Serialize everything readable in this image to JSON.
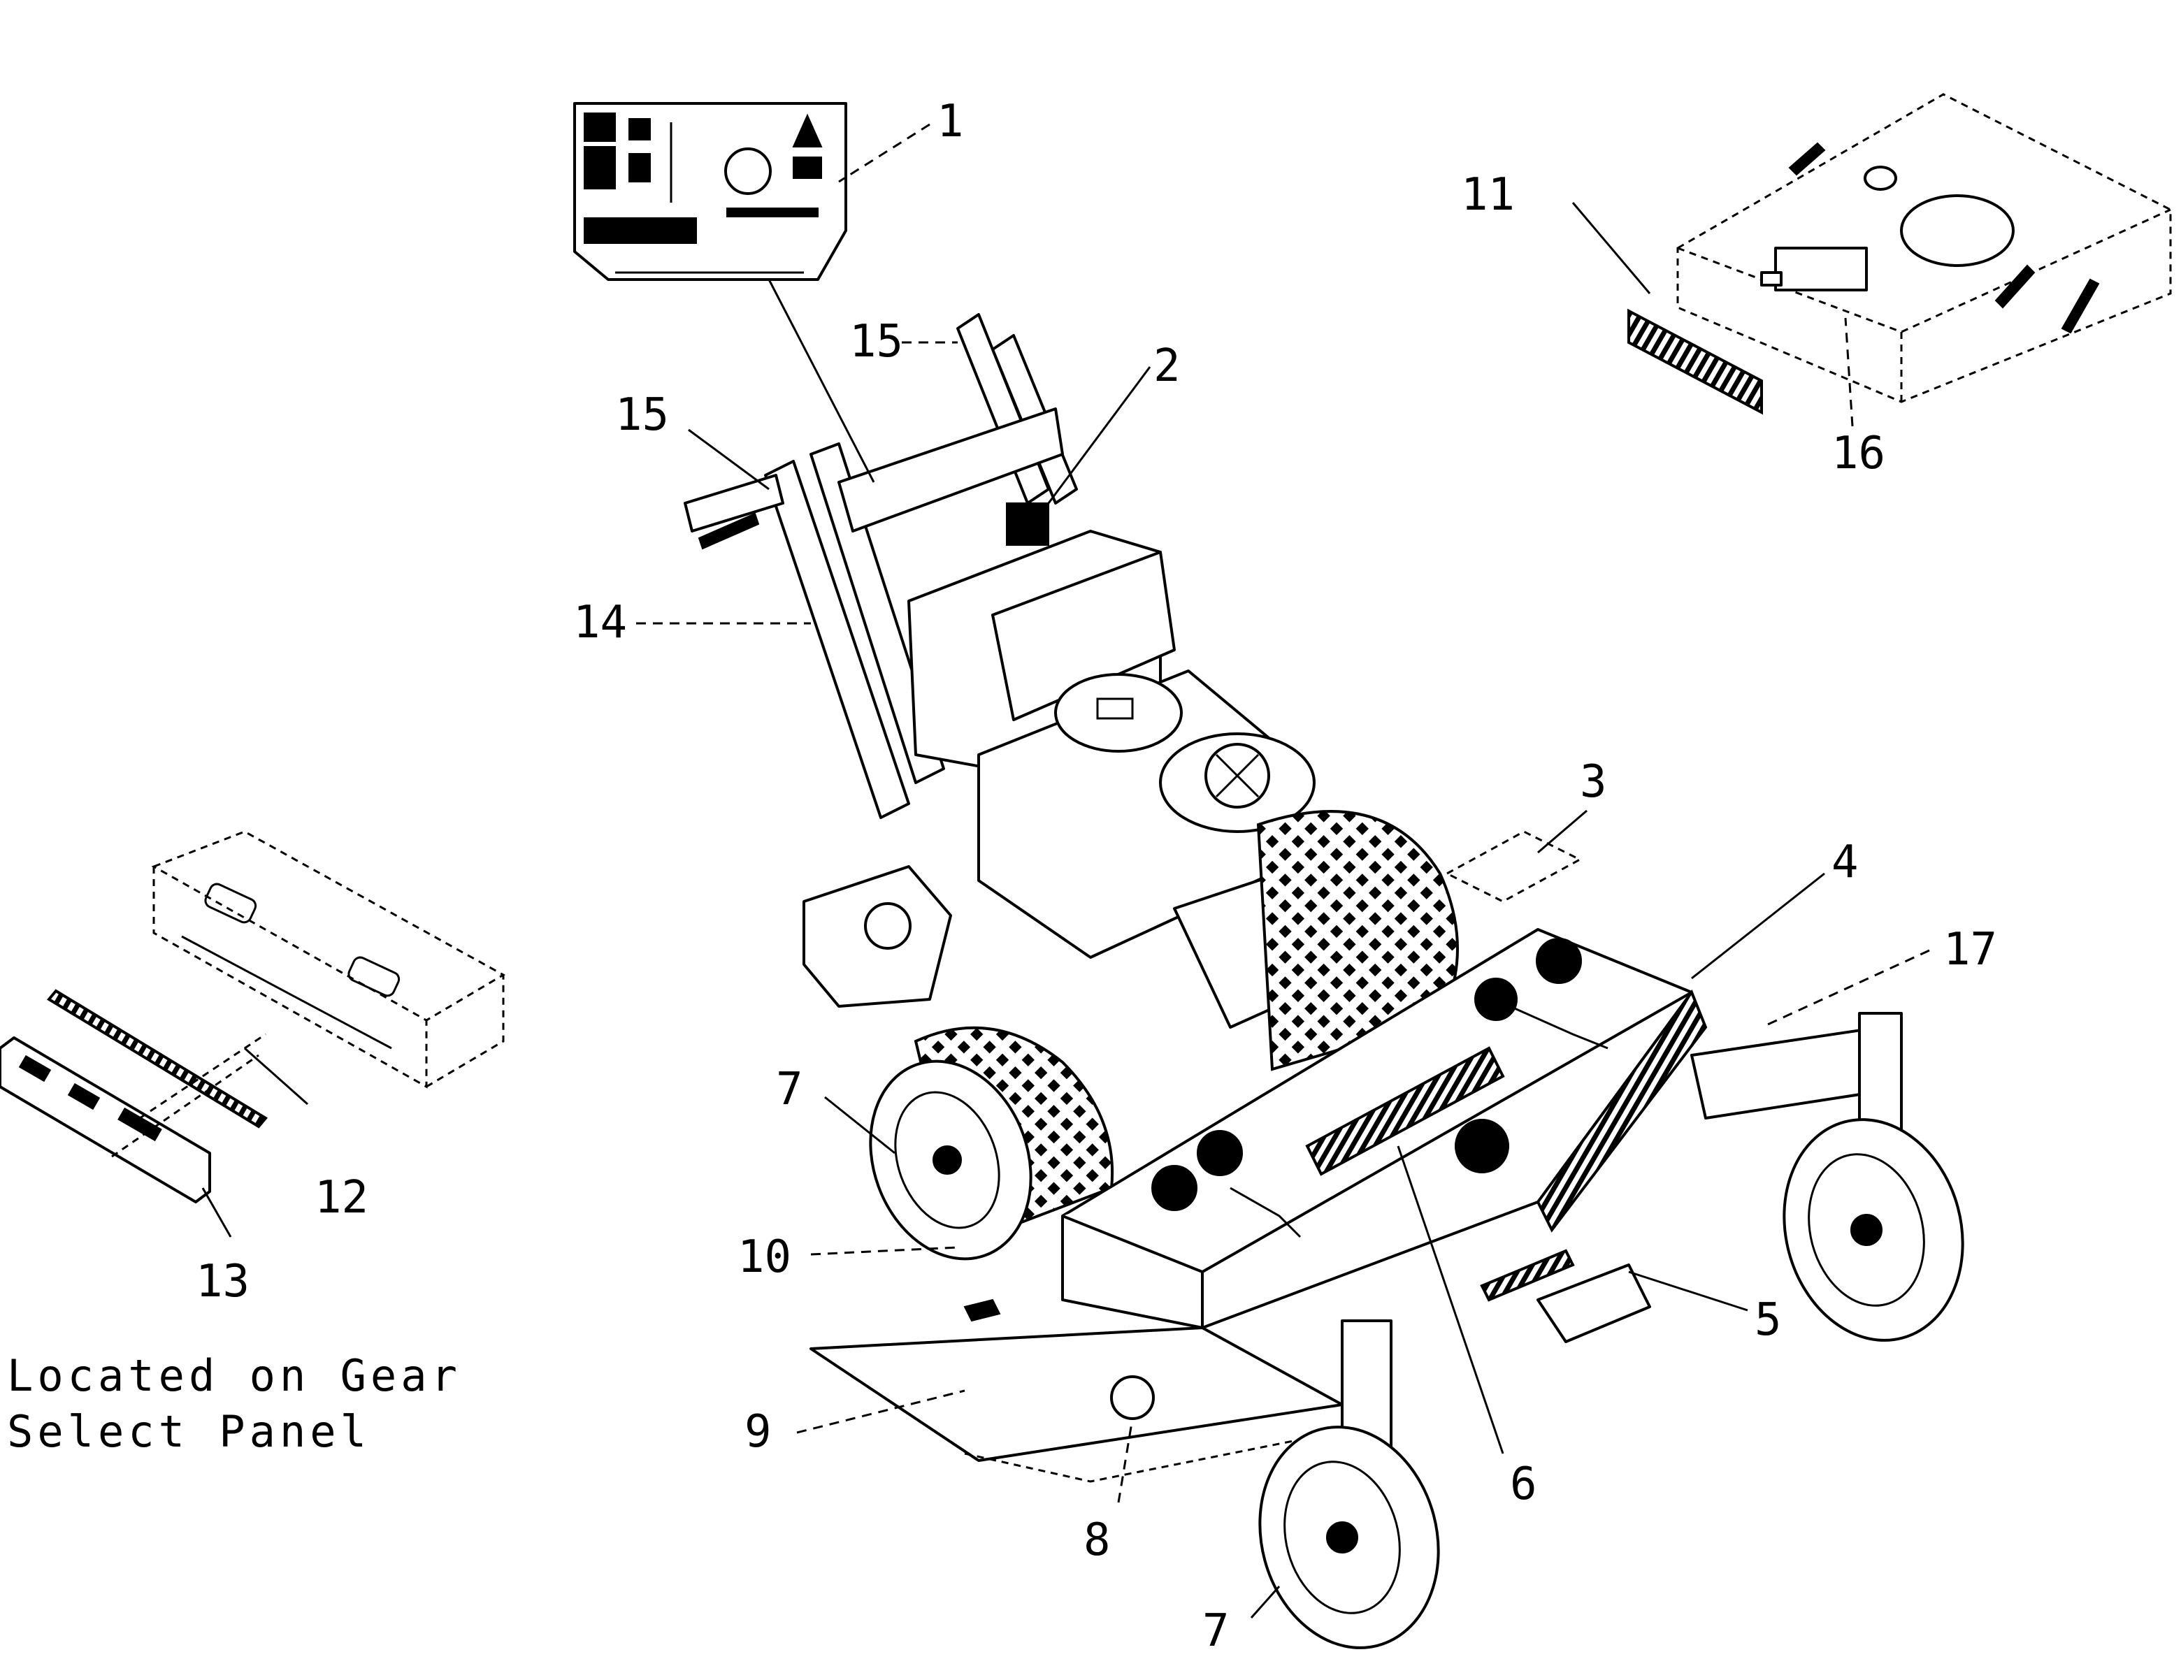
{
  "callouts": {
    "c1": "1",
    "c2": "2",
    "c3": "3",
    "c4": "4",
    "c5": "5",
    "c6": "6",
    "c7a": "7",
    "c7b": "7",
    "c8": "8",
    "c9": "9",
    "c10": "10",
    "c11": "11",
    "c12": "12",
    "c13": "13",
    "c14": "14",
    "c15a": "15",
    "c15b": "15",
    "c16": "16",
    "c17": "17"
  },
  "note": {
    "line1": "Located on Gear",
    "line2": "Select Panel"
  }
}
